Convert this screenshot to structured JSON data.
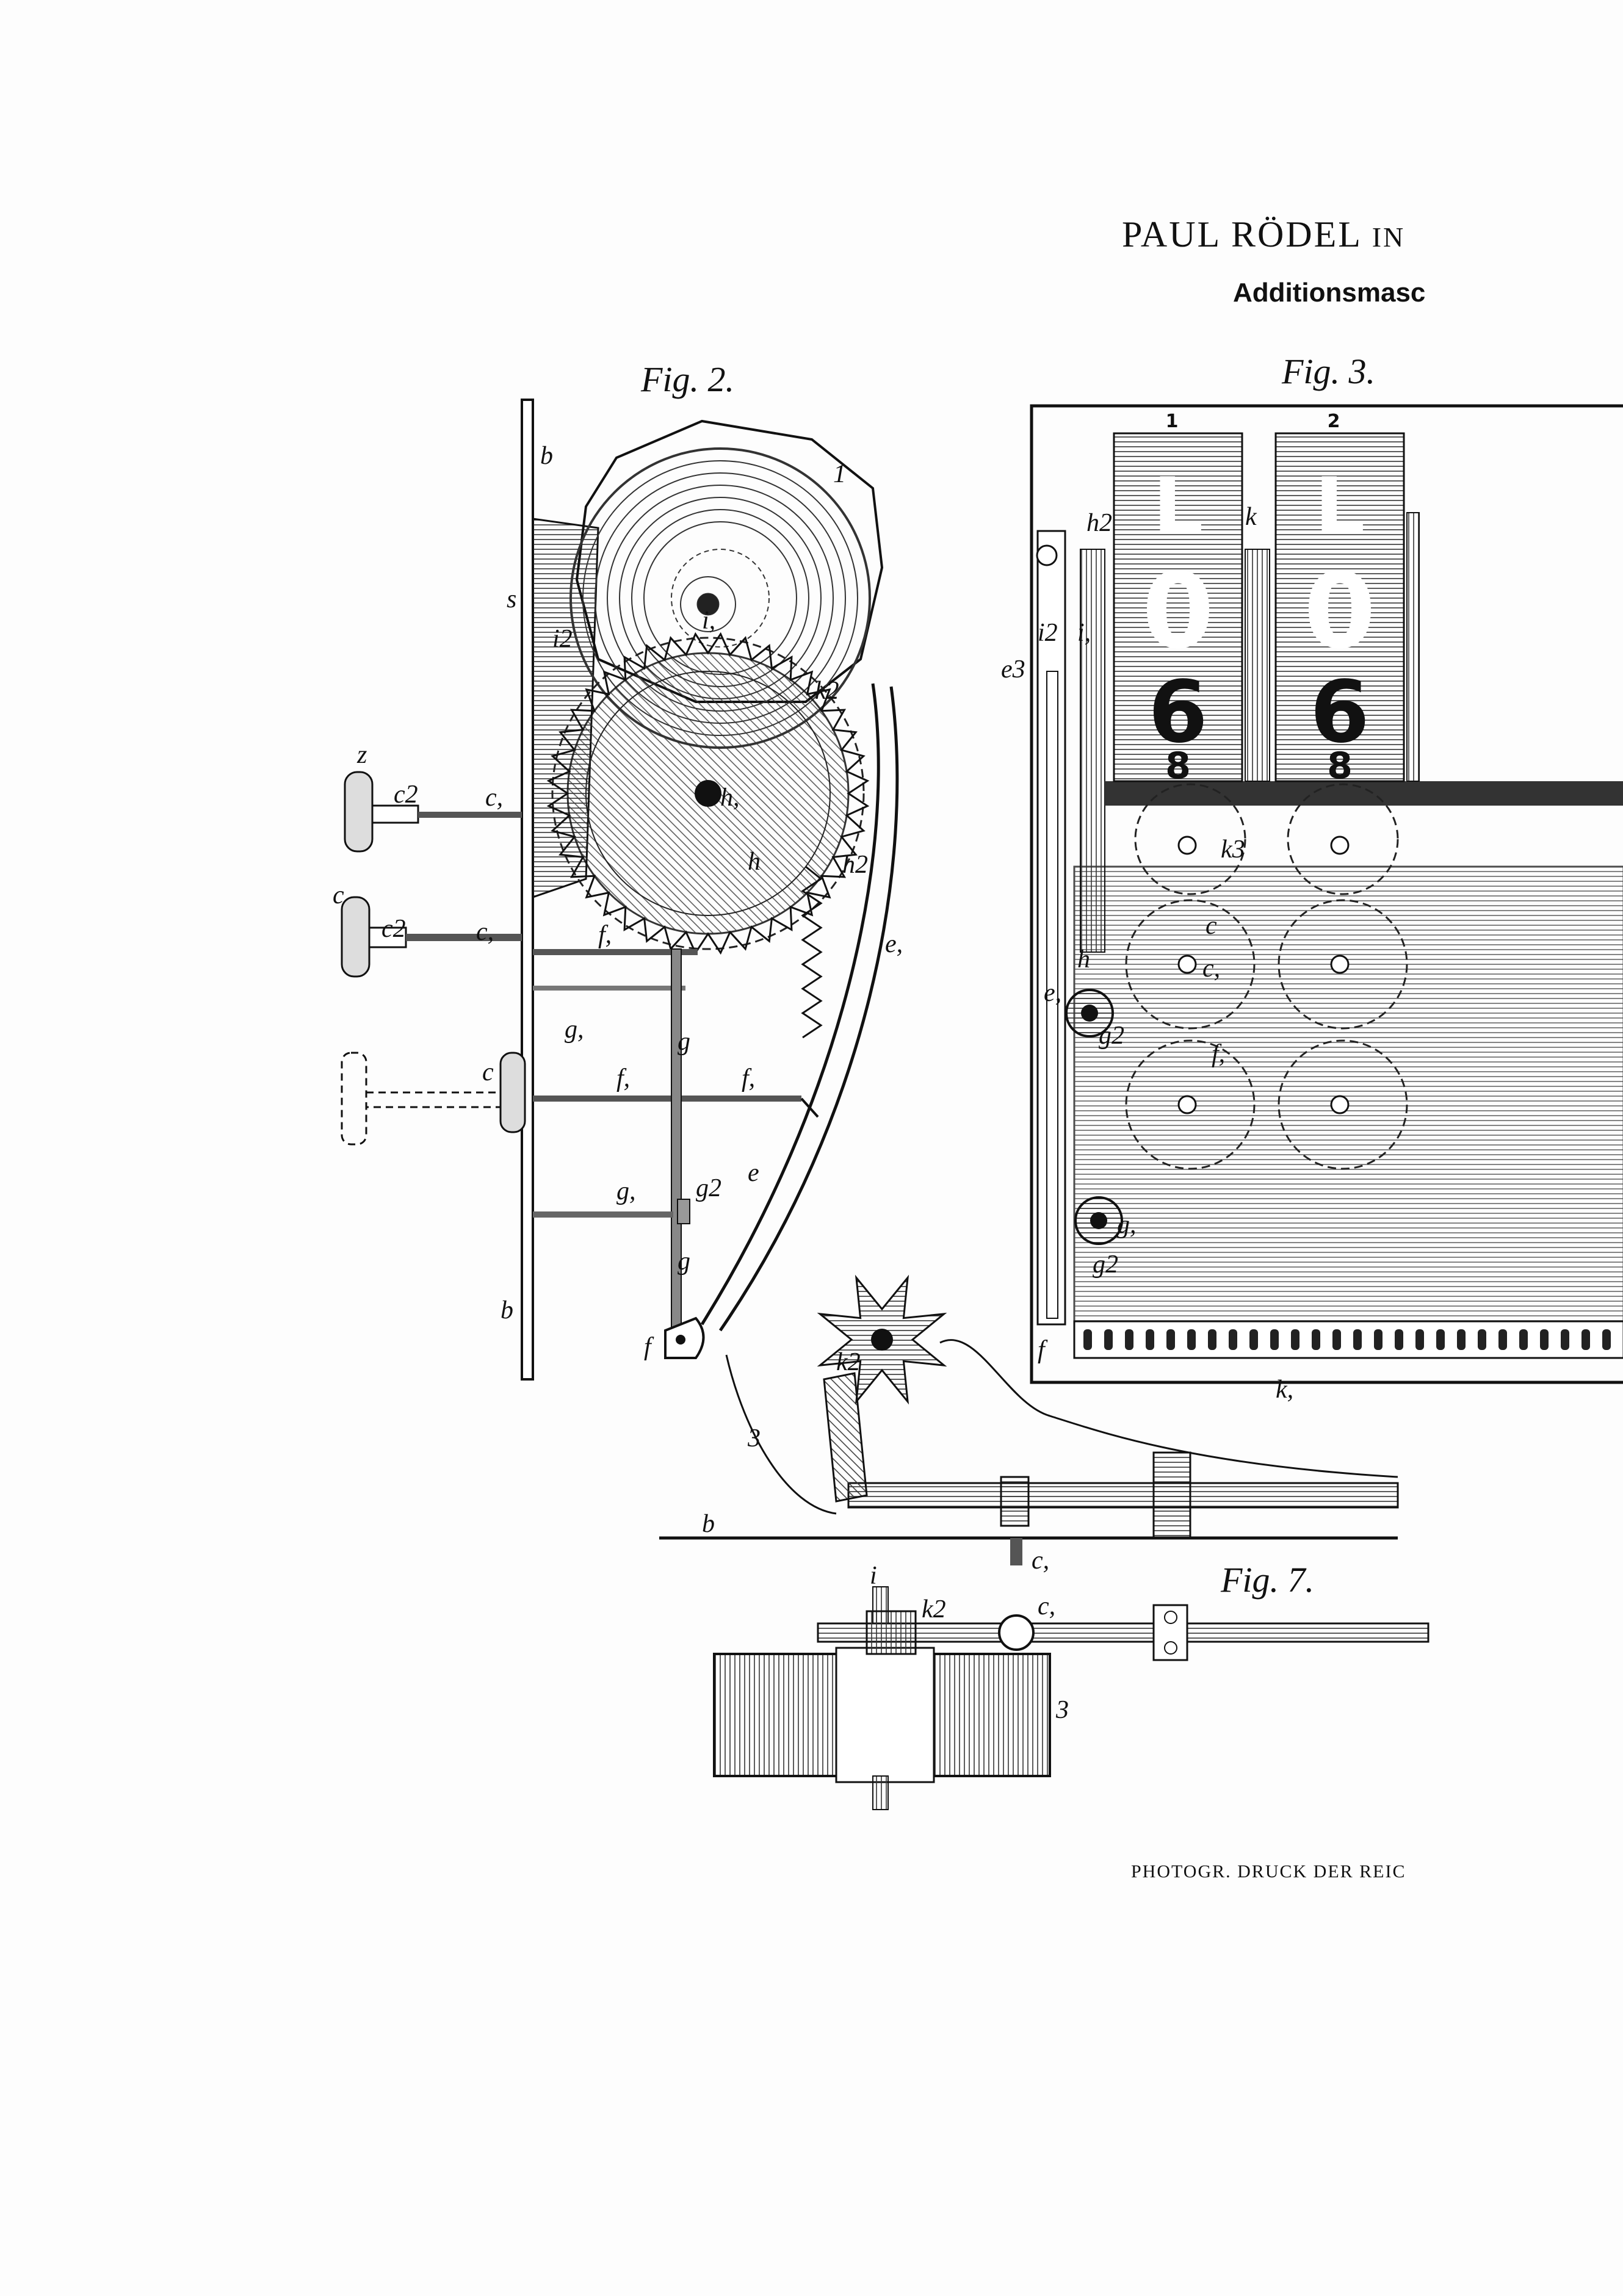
{
  "header": {
    "title": "PAUL RÖDEL",
    "title_suffix": "IN",
    "subtitle": "Additionsmasc"
  },
  "figures": {
    "fig2": "Fig. 2.",
    "fig3": "Fig. 3.",
    "fig7": "Fig. 7."
  },
  "counter_wheels": [
    {
      "top_number": "1",
      "digits": [
        "L",
        "0",
        "6",
        "8"
      ]
    },
    {
      "top_number": "2",
      "digits": [
        "L",
        "0",
        "6",
        "8"
      ]
    }
  ],
  "part_labels": {
    "b": "b",
    "c": "c",
    "c1": "c,",
    "c2": "c2",
    "e": "e",
    "e1": "e,",
    "e3": "e3",
    "f": "f",
    "f1": "f,",
    "g": "g",
    "g1": "g,",
    "g2": "g2",
    "h": "h",
    "h1": "h,",
    "h2": "h2",
    "i": "i",
    "i1": "i,",
    "i2": "i2",
    "k": "k",
    "k1": "k,",
    "k2": "k2",
    "k3": "k3",
    "s": "s",
    "z": "z",
    "one": "1",
    "three": "3"
  },
  "footer": "PHOTOGR. DRUCK DER REIC"
}
